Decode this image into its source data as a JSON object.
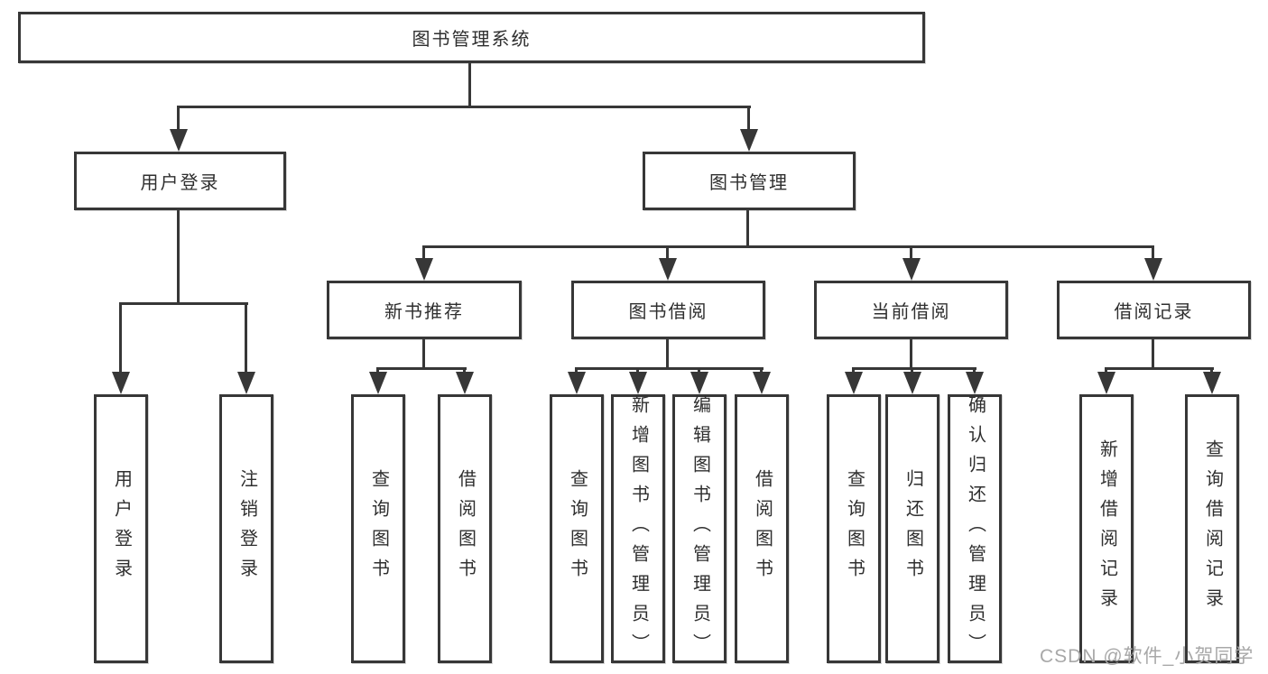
{
  "diagram": {
    "watermark": "CSDN @软件_小贺同学",
    "colors": {
      "line": "#373737",
      "node_border": "#373737",
      "text": "#2f2f2f",
      "watermark_text": "#a8a8a8",
      "background": "#ffffff"
    },
    "nodes": {
      "root": "图书管理系统",
      "user_login": "用户登录",
      "book_mgmt": "图书管理",
      "new_book_rec": "新书推荐",
      "book_borrow": "图书借阅",
      "current_borrow": "当前借阅",
      "borrow_records": "借阅记录",
      "leaf_user_login": "用户登录",
      "leaf_logout": "注销登录",
      "leaf_rec_query": "查询图书",
      "leaf_rec_borrow": "借阅图书",
      "leaf_bb_query": "查询图书",
      "leaf_bb_add": "新增图书（管理员）",
      "leaf_bb_edit": "编辑图书（管理员）",
      "leaf_bb_borrow": "借阅图书",
      "leaf_cb_query": "查询图书",
      "leaf_cb_return": "归还图书",
      "leaf_cb_confirm": "确认归还（管理员）",
      "leaf_br_add": "新增借阅记录",
      "leaf_br_query": "查询借阅记录"
    }
  }
}
